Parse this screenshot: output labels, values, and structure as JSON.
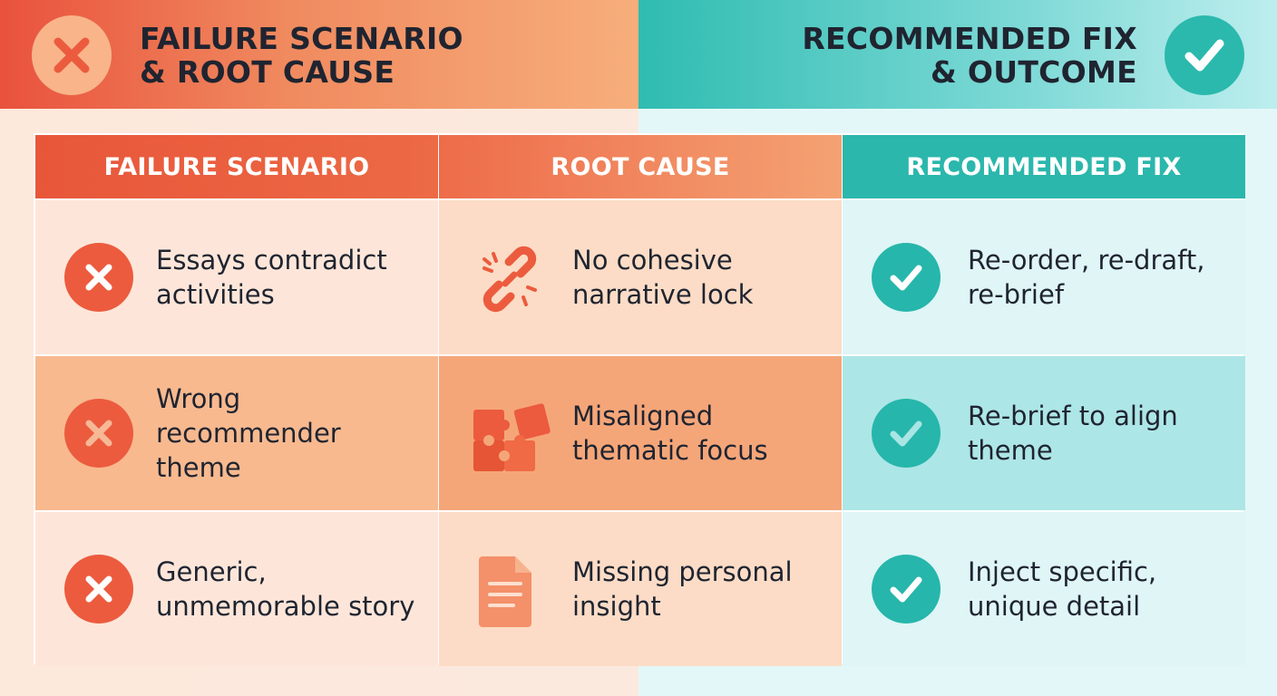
{
  "header": {
    "left_title_line1": "FAILURE SCENARIO",
    "left_title_line2": "& ROOT CAUSE",
    "right_title_line1": "RECOMMENDED FIX",
    "right_title_line2": "& OUTCOME",
    "left_icon": "x-circle-icon",
    "right_icon": "check-circle-icon"
  },
  "table": {
    "columns": [
      "FAILURE SCENARIO",
      "ROOT CAUSE",
      "RECOMMENDED FIX"
    ],
    "rows": [
      {
        "scenario": "Essays contradict activities",
        "cause": "No cohesive narrative lock",
        "cause_icon": "broken-link-icon",
        "fix": "Re-order, re-draft, re-brief"
      },
      {
        "scenario": "Wrong recommender theme",
        "cause": "Misaligned thematic focus",
        "cause_icon": "puzzle-icon",
        "fix": "Re-brief to align theme"
      },
      {
        "scenario": "Generic, unmemorable story",
        "cause": "Missing personal insight",
        "cause_icon": "document-icon",
        "fix": "Inject specific, unique detail"
      }
    ]
  },
  "colors": {
    "fail_accent": "#ec5b3e",
    "ok_accent": "#27b6ab",
    "text": "#1f2430"
  }
}
